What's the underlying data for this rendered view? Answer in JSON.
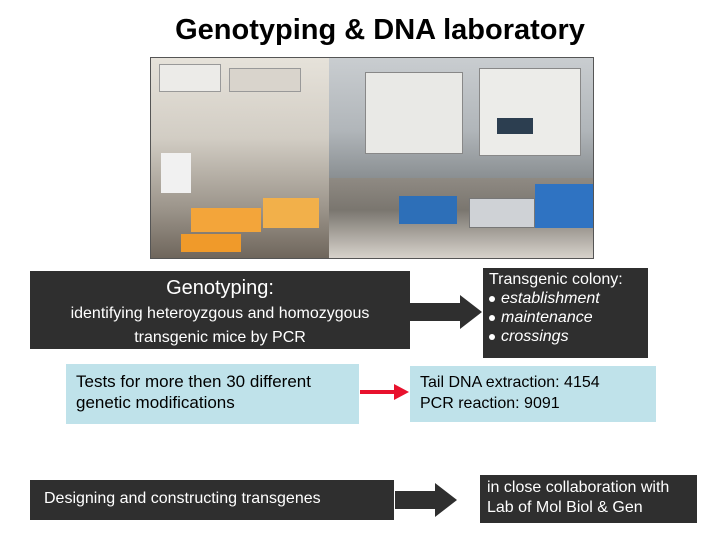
{
  "title": "Genotyping & DNA laboratory",
  "photo": {
    "description_icon": "lab-photo-icon"
  },
  "box_genotyping": {
    "heading": "Genotyping:",
    "line1": "identifying heteroyzgous and homozygous",
    "line2": "transgenic mice by PCR"
  },
  "box_colony": {
    "heading": "Transgenic colony:",
    "items": [
      "establishment",
      "maintenance",
      "crossings"
    ]
  },
  "box_tests": {
    "line1": "Tests for more then 30 different",
    "line2": "genetic modifications"
  },
  "box_stats": {
    "line1": "Tail DNA extraction: 4154",
    "line2": "PCR reaction: 9091"
  },
  "box_transgenes": {
    "text": "Designing and constructing transgenes"
  },
  "box_collab": {
    "line1": "in close collaboration with",
    "line2": "Lab of Mol Biol & Gen"
  },
  "colors": {
    "dark_box": "#2f2f2f",
    "light_box": "#bfe2ea",
    "arrow_red": "#e8112d",
    "arrow_dark": "#2f2f2f"
  }
}
